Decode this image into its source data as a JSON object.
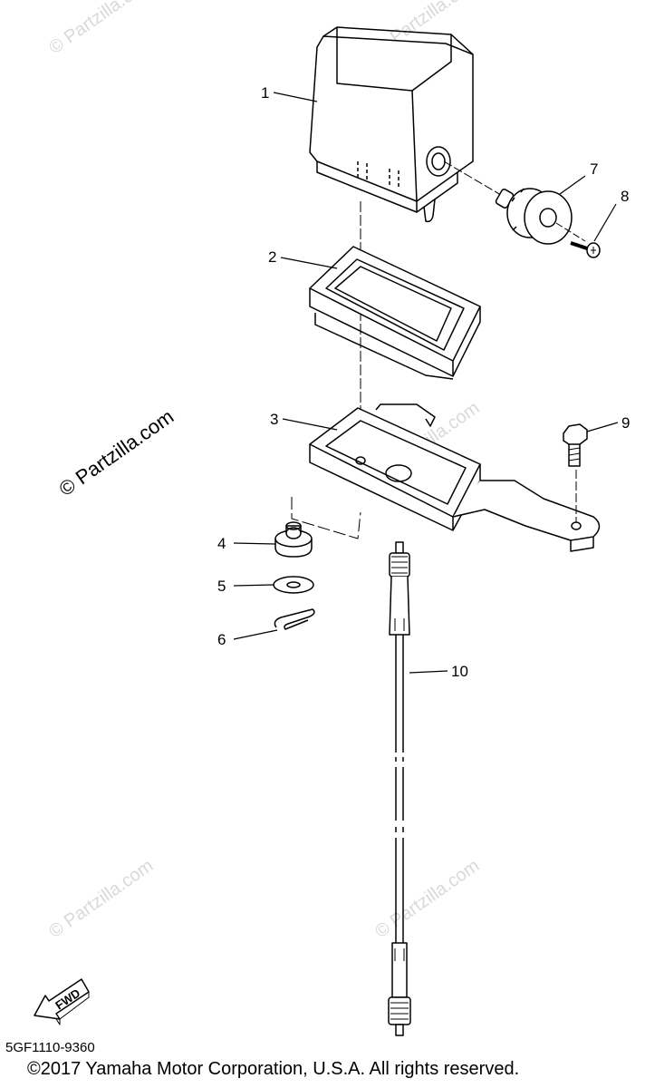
{
  "diagram": {
    "parts": [
      {
        "number": "1"
      },
      {
        "number": "2"
      },
      {
        "number": "3"
      },
      {
        "number": "4"
      },
      {
        "number": "5"
      },
      {
        "number": "6"
      },
      {
        "number": "7"
      },
      {
        "number": "8"
      },
      {
        "number": "9"
      },
      {
        "number": "10"
      }
    ],
    "watermark_main": "© Partzilla.com",
    "watermark_faint": "© Partzilla.com",
    "fwd_label": "FWD",
    "diagram_code": "5GF1110-9360",
    "copyright": "©2017  Yamaha Motor Corporation, U.S.A. All rights reserved."
  }
}
